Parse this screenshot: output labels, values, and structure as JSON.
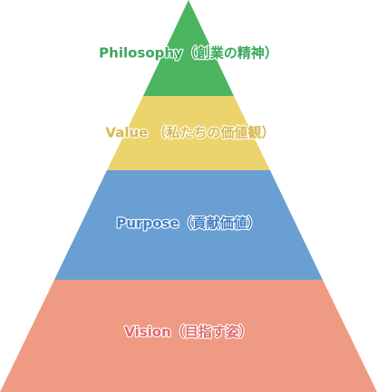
{
  "pyramid": {
    "tiers": [
      {
        "label": "Philosophy（創業の精神）",
        "fill": "#4cb562",
        "text_color": "#3aa85a"
      },
      {
        "label": "Value （私たちの価値観）",
        "fill": "#ecd46c",
        "text_color": "#d8b84e"
      },
      {
        "label": "Purpose（貢献価値）",
        "fill": "#6a9fd3",
        "text_color": "#3f7dc2"
      },
      {
        "label": "Vision（目指す姿）",
        "fill": "#ef9a82",
        "text_color": "#e06a6a"
      }
    ]
  }
}
